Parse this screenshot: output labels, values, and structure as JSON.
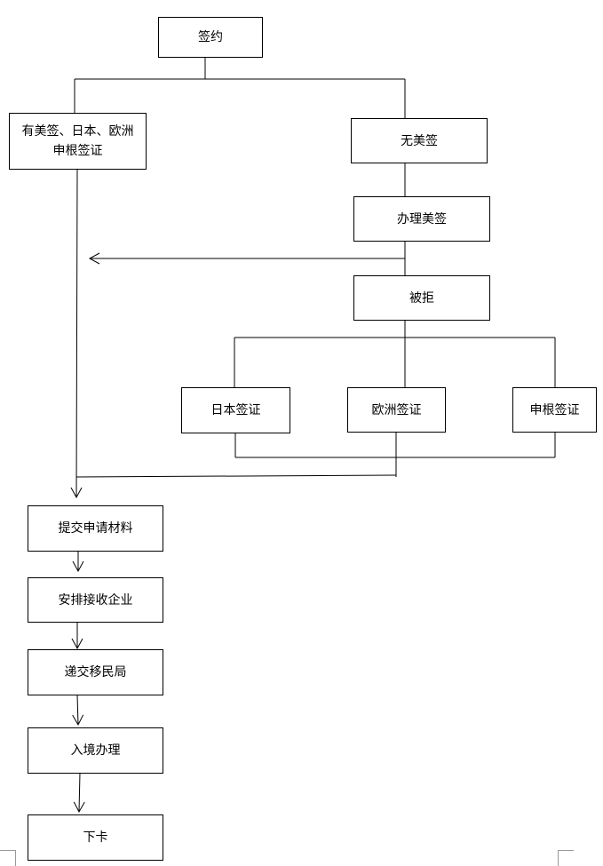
{
  "nodes": {
    "sign": "签约",
    "has_visa": "有美签、日本、欧洲申根签证",
    "no_us_visa": "无美签",
    "apply_us_visa": "办理美签",
    "rejected": "被拒",
    "japan_visa": "日本签证",
    "europe_visa": "欧洲签证",
    "schengen_visa": "申根签证",
    "submit_materials": "提交申请材料",
    "arrange_employer": "安排接收企业",
    "submit_immigration": "递交移民局",
    "entry_processing": "入境办理",
    "card_issued": "下卡"
  }
}
